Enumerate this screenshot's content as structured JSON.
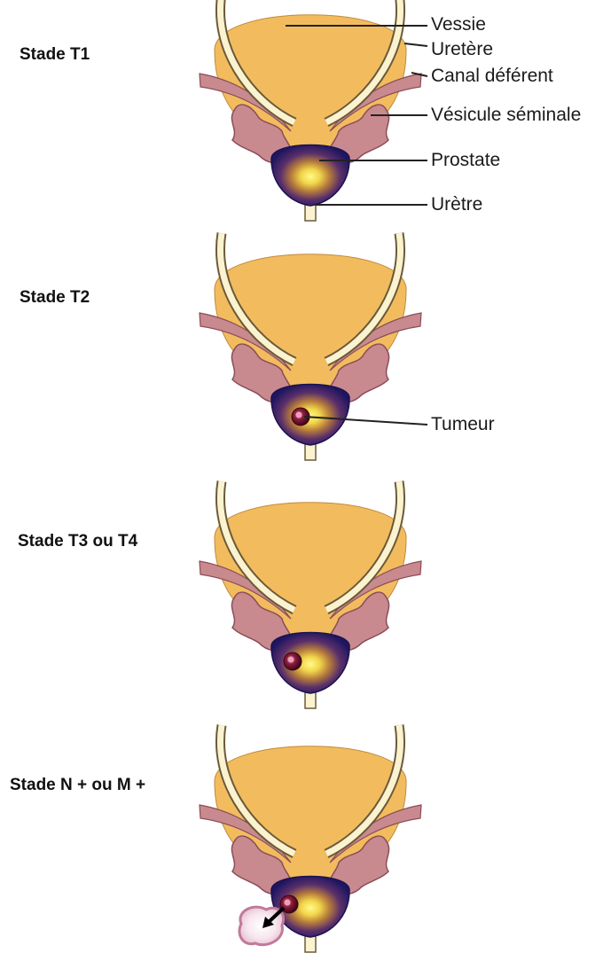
{
  "stages": [
    {
      "label": "Stade T1",
      "tumor": false,
      "metastasis": false
    },
    {
      "label": "Stade T2",
      "tumor": true,
      "metastasis": false
    },
    {
      "label": "Stade T3 ou T4",
      "tumor": true,
      "metastasis": false
    },
    {
      "label": "Stade N + ou M +",
      "tumor": true,
      "metastasis": true
    }
  ],
  "parts": {
    "bladder": "Vessie",
    "ureter": "Uretère",
    "vas_deferens": "Canal déférent",
    "seminal_vesicle": "Vésicule séminale",
    "prostate": "Prostate",
    "urethra": "Urètre",
    "tumor": "Tumeur"
  },
  "colors": {
    "bladder": "#f2bc5e",
    "ureter": "#fbf3d0",
    "vesicle": "#c98a8f",
    "prostate_outer": "#23195e",
    "prostate_center": "#fff36a",
    "tumor": "#7a1030",
    "metastasis": "#f7dde6"
  }
}
